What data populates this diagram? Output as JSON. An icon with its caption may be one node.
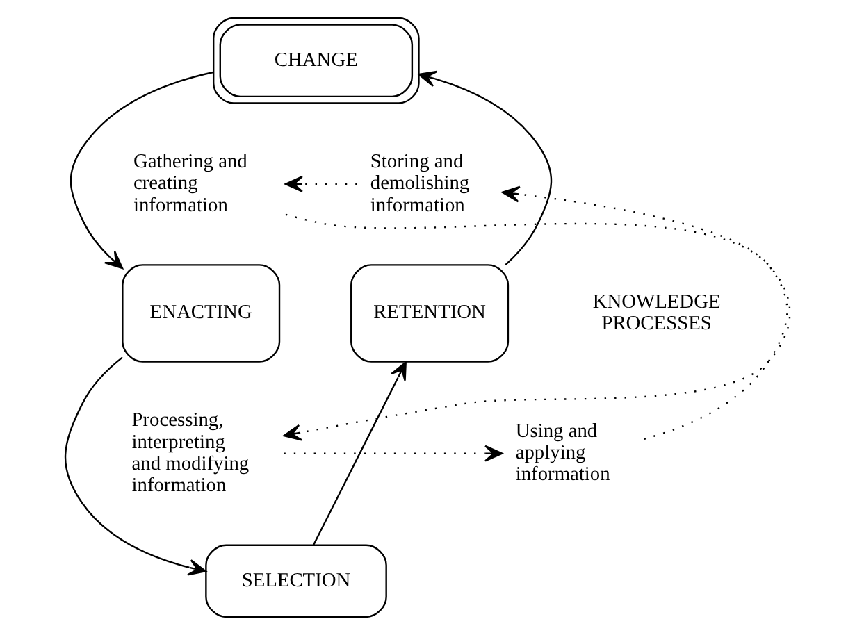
{
  "diagram": {
    "nodes": [
      {
        "text": [
          "CHANGE"
        ]
      },
      {
        "text": [
          "ENACTING"
        ]
      },
      {
        "text": [
          "SELECTION"
        ]
      },
      {
        "text": [
          "RETENTION"
        ]
      },
      {
        "text": [
          "Storing and demolishing information"
        ]
      },
      {
        "text": [
          "Gathering and creating information"
        ]
      },
      {
        "text": [
          "Processing, interpreting and modifying information"
        ]
      },
      {
        "text": [
          "Using and applying information"
        ]
      }
    ],
    "edges": [
      {
        "from": 0,
        "to": 1,
        "arrow": "to"
      },
      {
        "from": 1,
        "to": 2,
        "arrow": "to"
      },
      {
        "from": 2,
        "to": 3,
        "arrow": "to"
      },
      {
        "from": 3,
        "to": 0,
        "arrow": "to"
      },
      {
        "from": 4,
        "to": 5,
        "arrow": "to",
        "style": "dashed"
      },
      {
        "from": 5,
        "to": 6,
        "arrow": "to",
        "style": "dashed"
      },
      {
        "from": 6,
        "to": 7,
        "arrow": "to",
        "style": "dashed"
      },
      {
        "from": 7,
        "to": 4,
        "arrow": "to",
        "style": "dashed"
      }
    ],
    "labels": [
      "KNOWLEDGE PROCESSES"
    ]
  }
}
